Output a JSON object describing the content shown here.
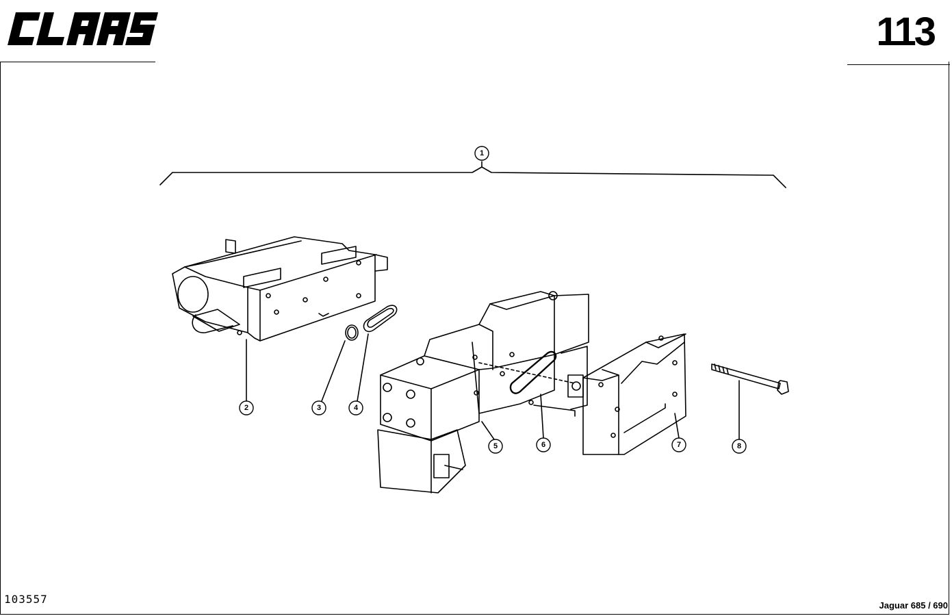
{
  "header": {
    "brand": "CLAAS",
    "page_number": "113"
  },
  "footer": {
    "drawing_id": "103557",
    "model": "Jaguar 685 / 690"
  },
  "callouts": [
    {
      "id": "callout-1",
      "label": "1"
    },
    {
      "id": "callout-2",
      "label": "2"
    },
    {
      "id": "callout-3",
      "label": "3"
    },
    {
      "id": "callout-4",
      "label": "4"
    },
    {
      "id": "callout-5",
      "label": "5"
    },
    {
      "id": "callout-6",
      "label": "6"
    },
    {
      "id": "callout-7",
      "label": "7"
    },
    {
      "id": "callout-8",
      "label": "8"
    }
  ]
}
